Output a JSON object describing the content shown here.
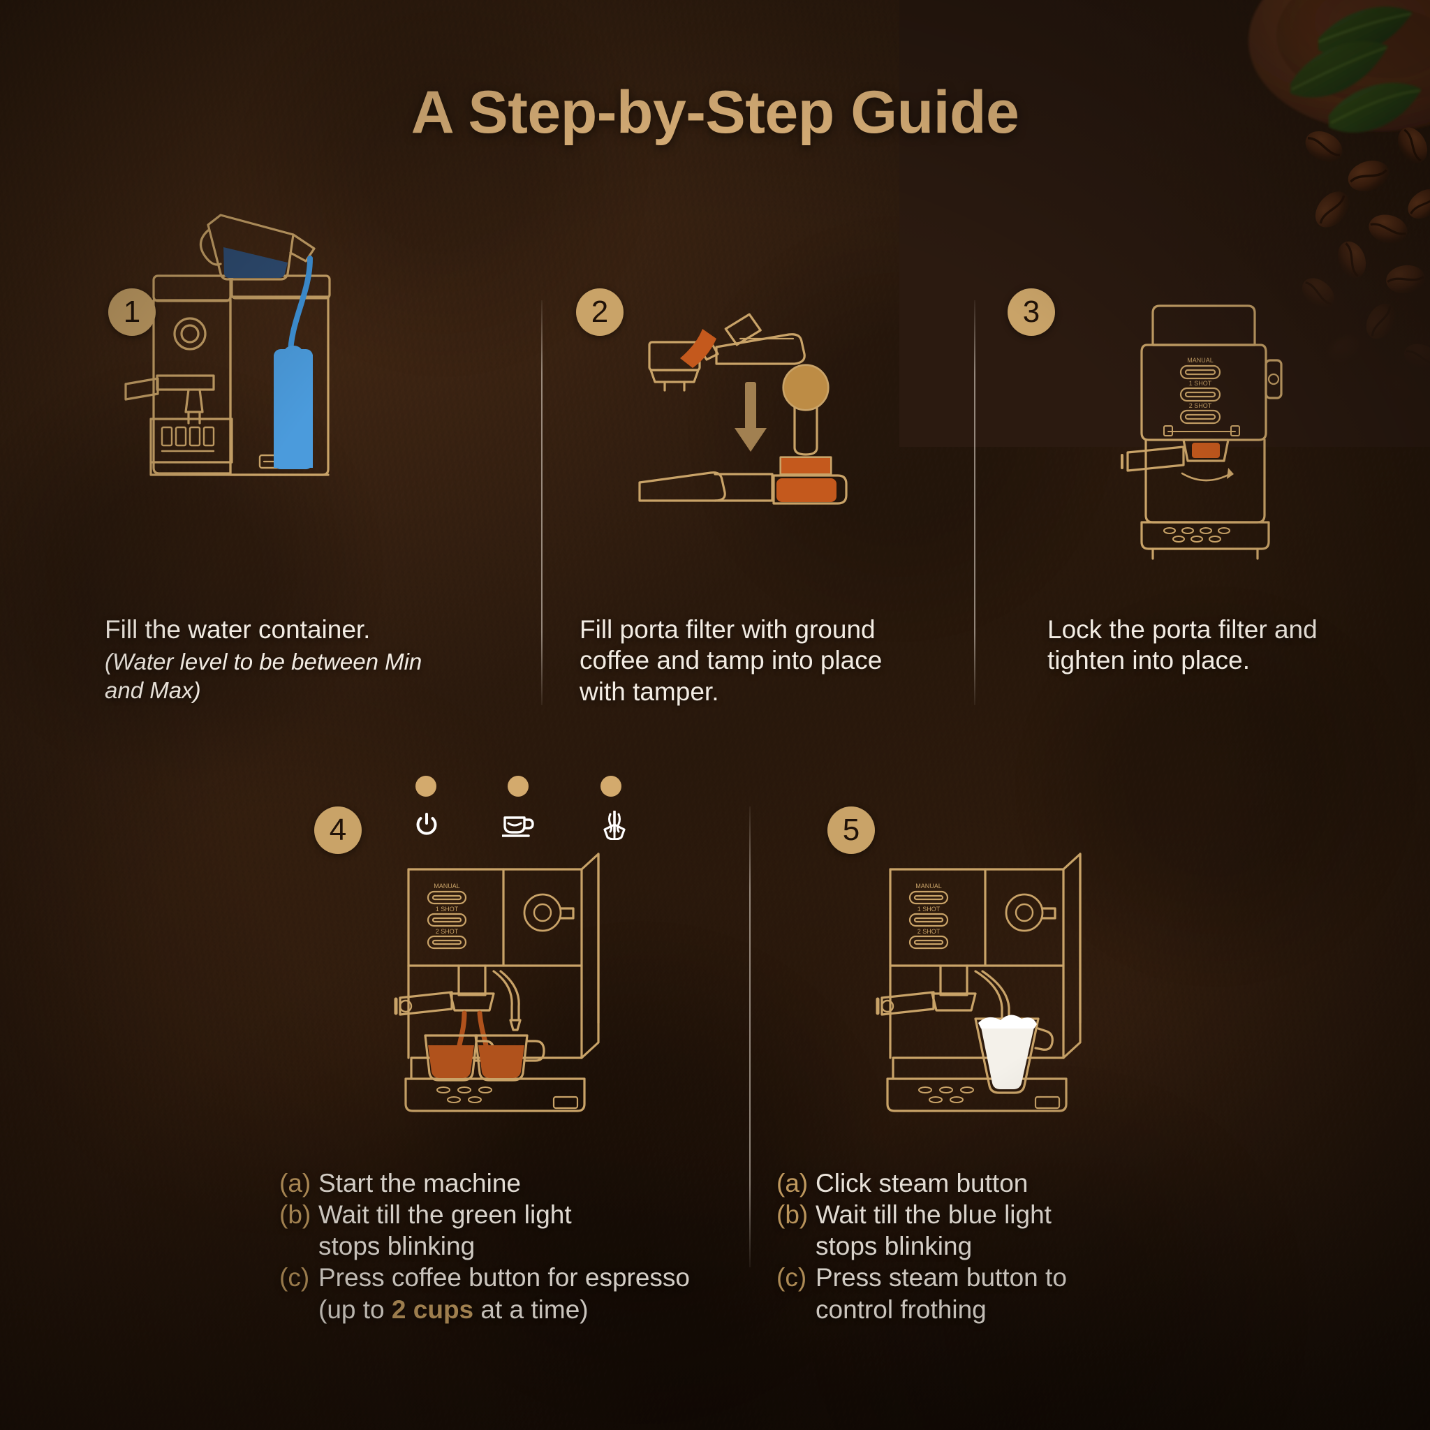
{
  "page": {
    "title": "A Step-by-Step Guide",
    "background_color": "#2b1a10",
    "accent_color": "#c9a368",
    "text_color": "#f3ece3",
    "title_color": "#e5b97e"
  },
  "steps": [
    {
      "number": "1",
      "caption": "Fill the water container.",
      "subcaption": "(Water level to be between Min and Max)",
      "illustration": "espresso-machine-water-pour"
    },
    {
      "number": "2",
      "caption": "Fill porta filter with ground coffee and tamp into place with tamper.",
      "illustration": "portafilter-tamper"
    },
    {
      "number": "3",
      "caption": "Lock the porta filter and tighten into place.",
      "illustration": "espresso-machine-lock-portafilter"
    },
    {
      "number": "4",
      "illustration": "espresso-machine-two-cups",
      "indicators": [
        {
          "lamp_color": "#d3aa6d",
          "icon": "power-icon"
        },
        {
          "lamp_color": "#d3aa6d",
          "icon": "coffee-cup-icon"
        },
        {
          "lamp_color": "#d3aa6d",
          "icon": "steam-wand-icon"
        }
      ],
      "items": [
        {
          "marker": "(a)",
          "text": "Start the machine"
        },
        {
          "marker": "(b)",
          "text": "Wait till the green light",
          "text2": "stops blinking"
        },
        {
          "marker": "(c)",
          "text": "Press coffee button for espresso",
          "text2_pre": "(up to ",
          "text2_hl": "2 cups",
          "text2_post": " at a time)"
        }
      ]
    },
    {
      "number": "5",
      "illustration": "espresso-machine-steam-frothing",
      "items": [
        {
          "marker": "(a)",
          "text": "Click steam button"
        },
        {
          "marker": "(b)",
          "text": "Wait till the blue light",
          "text2": "stops blinking"
        },
        {
          "marker": "(c)",
          "text": "Press steam button to",
          "text2": "control frothing"
        }
      ]
    }
  ],
  "machine_panel": {
    "manual_label": "MANUAL",
    "one_shot_label": "1 SHOT",
    "two_shot_label": "2 SHOT"
  }
}
